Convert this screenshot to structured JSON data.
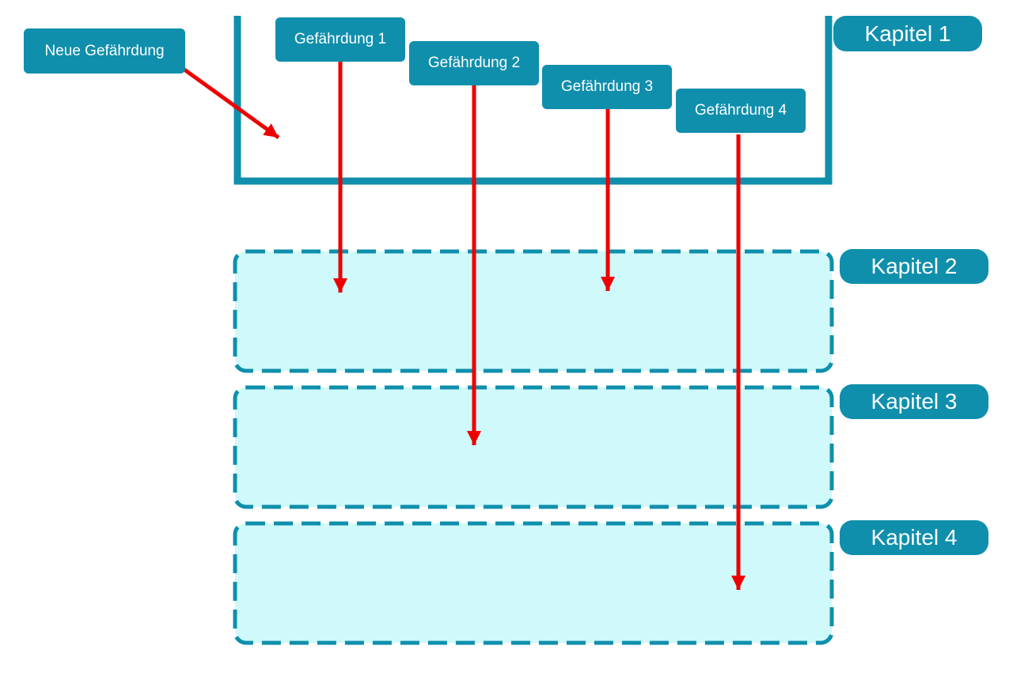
{
  "colors": {
    "teal": "#0f8fac",
    "arrow": "#ee0000",
    "chapter_fill": "#cff9fb",
    "chip_text": "#ffffff"
  },
  "new_hazard": {
    "label": "Neue Gefährdung"
  },
  "hazards": [
    {
      "label": "Gefährdung 1",
      "target_chapter": "Kapitel 2"
    },
    {
      "label": "Gefährdung 2",
      "target_chapter": "Kapitel 3"
    },
    {
      "label": "Gefährdung 3",
      "target_chapter": "Kapitel 2"
    },
    {
      "label": "Gefährdung 4",
      "target_chapter": "Kapitel 4"
    }
  ],
  "chapters": [
    {
      "label": "Kapitel 1",
      "style": "solid-open-top"
    },
    {
      "label": "Kapitel 2",
      "style": "dashed"
    },
    {
      "label": "Kapitel 3",
      "style": "dashed"
    },
    {
      "label": "Kapitel 4",
      "style": "dashed"
    }
  ]
}
